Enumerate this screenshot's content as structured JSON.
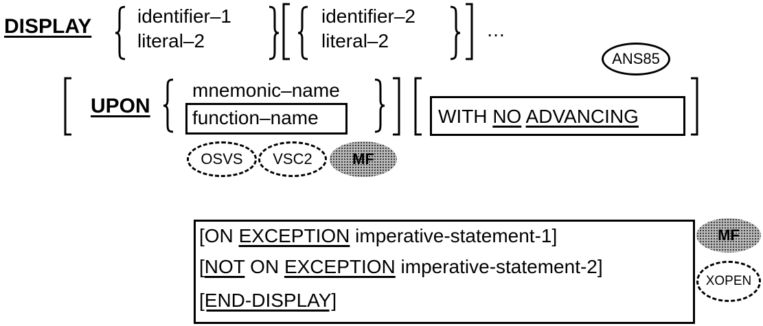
{
  "line1": {
    "keyword": "DISPLAY",
    "option1": [
      "identifier–1",
      "literal–2"
    ],
    "option2": [
      "identifier–2",
      "literal–2"
    ],
    "ellipsis": "…"
  },
  "line2": {
    "upon": "UPON",
    "option": [
      "mnemonic–name",
      "function–name"
    ],
    "with": "WITH",
    "no": "NO",
    "advancing": "ADVANCING"
  },
  "badges": {
    "ans85": "ANS85",
    "osvs": "OSVS",
    "vsc2": "VSC2",
    "mf1": "MF",
    "mf2": "MF",
    "xopen": "XOPEN"
  },
  "exception_block": {
    "line1_open": "[ON ",
    "line1_kw": "EXCEPTION",
    "line1_rest": " imperative-statement-1]",
    "line2_open": "[",
    "line2_not": "NOT",
    "line2_mid": " ON ",
    "line2_kw": "EXCEPTION",
    "line2_rest": " imperative-statement-2]",
    "line3": "[END-DISPLAY]"
  }
}
